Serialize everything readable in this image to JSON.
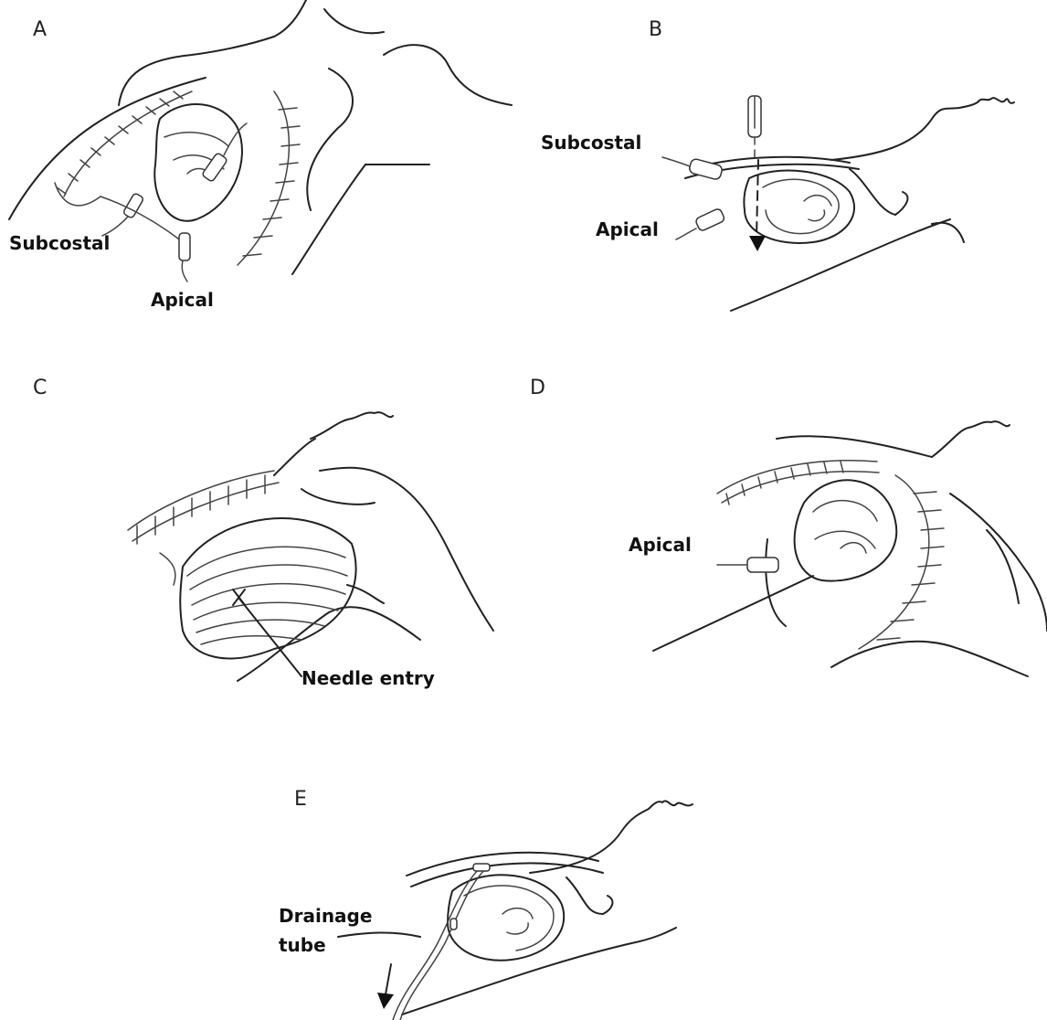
{
  "panels": {
    "a": {
      "letter": "A",
      "labels": {
        "subcostal": "Subcostal",
        "apical": "Apical"
      }
    },
    "b": {
      "letter": "B",
      "labels": {
        "subcostal": "Subcostal",
        "apical": "Apical"
      }
    },
    "c": {
      "letter": "C",
      "labels": {
        "needle_entry": "Needle entry"
      }
    },
    "d": {
      "letter": "D",
      "labels": {
        "apical": "Apical"
      }
    },
    "e": {
      "letter": "E",
      "labels": {
        "drainage_line1": "Drainage",
        "drainage_line2": "tube"
      }
    }
  },
  "colors": {
    "line": "#222222",
    "background": "#ffffff"
  }
}
